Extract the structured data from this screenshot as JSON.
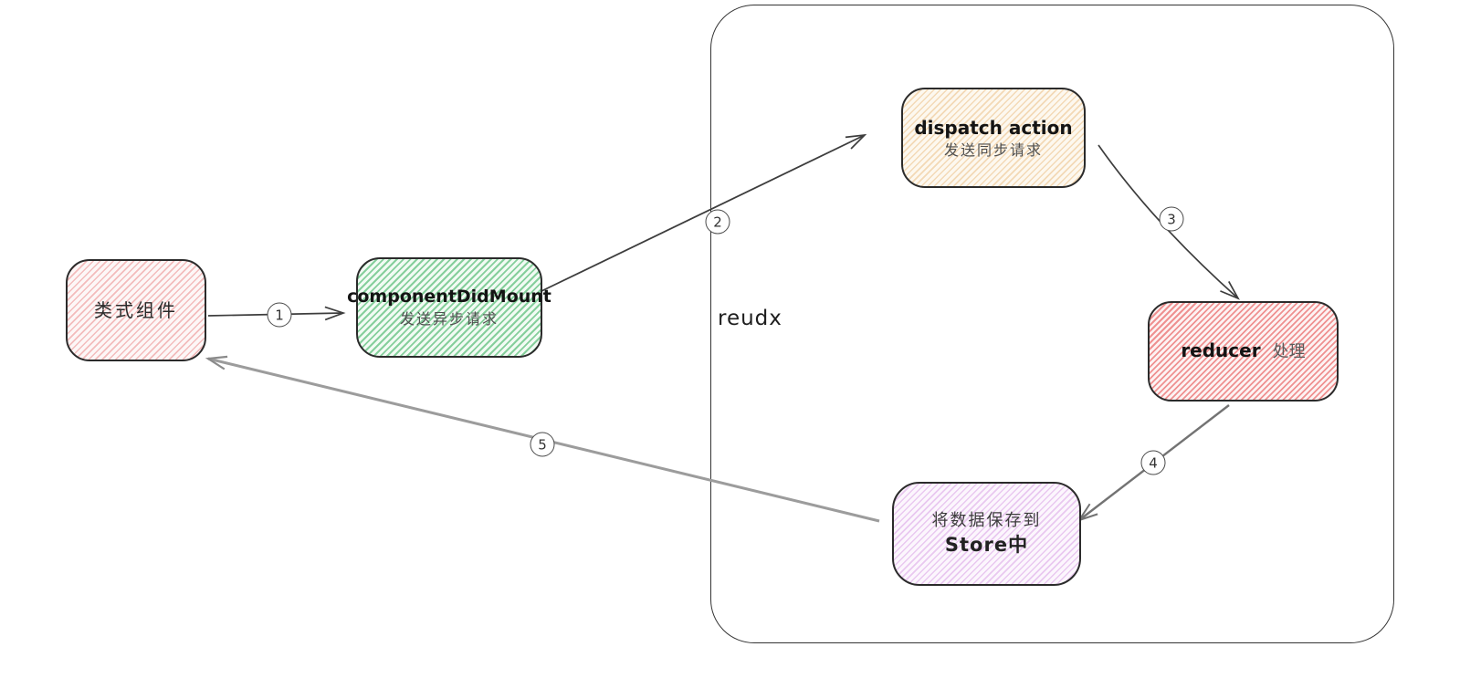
{
  "diagram": {
    "boundary": {
      "label": "reudx"
    },
    "nodes": {
      "class_component": {
        "title": "类式组件"
      },
      "component_did_mount": {
        "title": "componentDidMount",
        "subtitle": "发送异步请求"
      },
      "dispatch_action": {
        "title": "dispatch action",
        "subtitle": "发送同步请求"
      },
      "reducer": {
        "title": "reducer",
        "subtitle": "处理"
      },
      "store": {
        "line1": "将数据保存到",
        "line2": "Store中"
      }
    },
    "edges": [
      {
        "label": "1",
        "from": "类式组件",
        "to": "componentDidMount"
      },
      {
        "label": "2",
        "from": "componentDidMount",
        "to": "dispatch action"
      },
      {
        "label": "3",
        "from": "dispatch action",
        "to": "reducer"
      },
      {
        "label": "4",
        "from": "reducer",
        "to": "将数据保存到 Store中"
      },
      {
        "label": "5",
        "from": "将数据保存到 Store中",
        "to": "类式组件"
      }
    ],
    "colors": {
      "node_stroke": "#2b2b2b",
      "boundary_stroke": "#343434",
      "pink_hatch": "#f3bcbc",
      "green_hatch": "#86cf9c",
      "cream_hatch": "#f3d9b6",
      "red_hatch": "#ef9191",
      "purple_hatch": "#e9c8f0",
      "arrow_dark": "#3d3d3d",
      "arrow_mid": "#737373",
      "arrow_light": "#9c9c9c"
    }
  }
}
